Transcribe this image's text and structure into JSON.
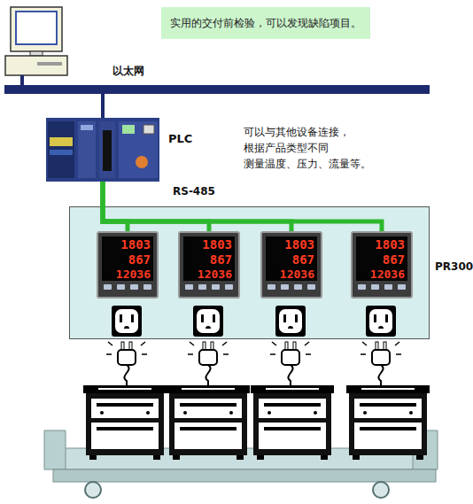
{
  "diagram": {
    "nodes": [
      {
        "text": [
          "实用的交付前检验，可以发现缺陷项目。"
        ]
      },
      {
        "text": [
          "以太网"
        ]
      },
      {
        "text": [
          "PLC"
        ]
      },
      {
        "text": [
          "PR300"
        ]
      },
      {
        "text": [
          "1803",
          "867",
          "12036"
        ],
        "in": 3
      },
      {
        "text": [
          "1803",
          "867",
          "12036"
        ],
        "in": 3
      },
      {
        "text": [
          "1803",
          "867",
          "12036"
        ],
        "in": 3
      },
      {
        "text": [
          "1803",
          "867",
          "12036"
        ],
        "in": 3
      }
    ],
    "edges": [
      {
        "from": 1,
        "to": 2,
        "arrow": "none"
      },
      {
        "from": 2,
        "to": 4,
        "arrow": "none"
      },
      {
        "from": 2,
        "to": 5,
        "arrow": "none"
      },
      {
        "from": 2,
        "to": 6,
        "arrow": "none"
      },
      {
        "from": 2,
        "to": 7,
        "arrow": "none"
      }
    ],
    "labels": [
      "RS-485",
      "可以与其他设备连接，",
      "根据产品类型不同",
      "测量温度、压力、流量等。"
    ]
  }
}
